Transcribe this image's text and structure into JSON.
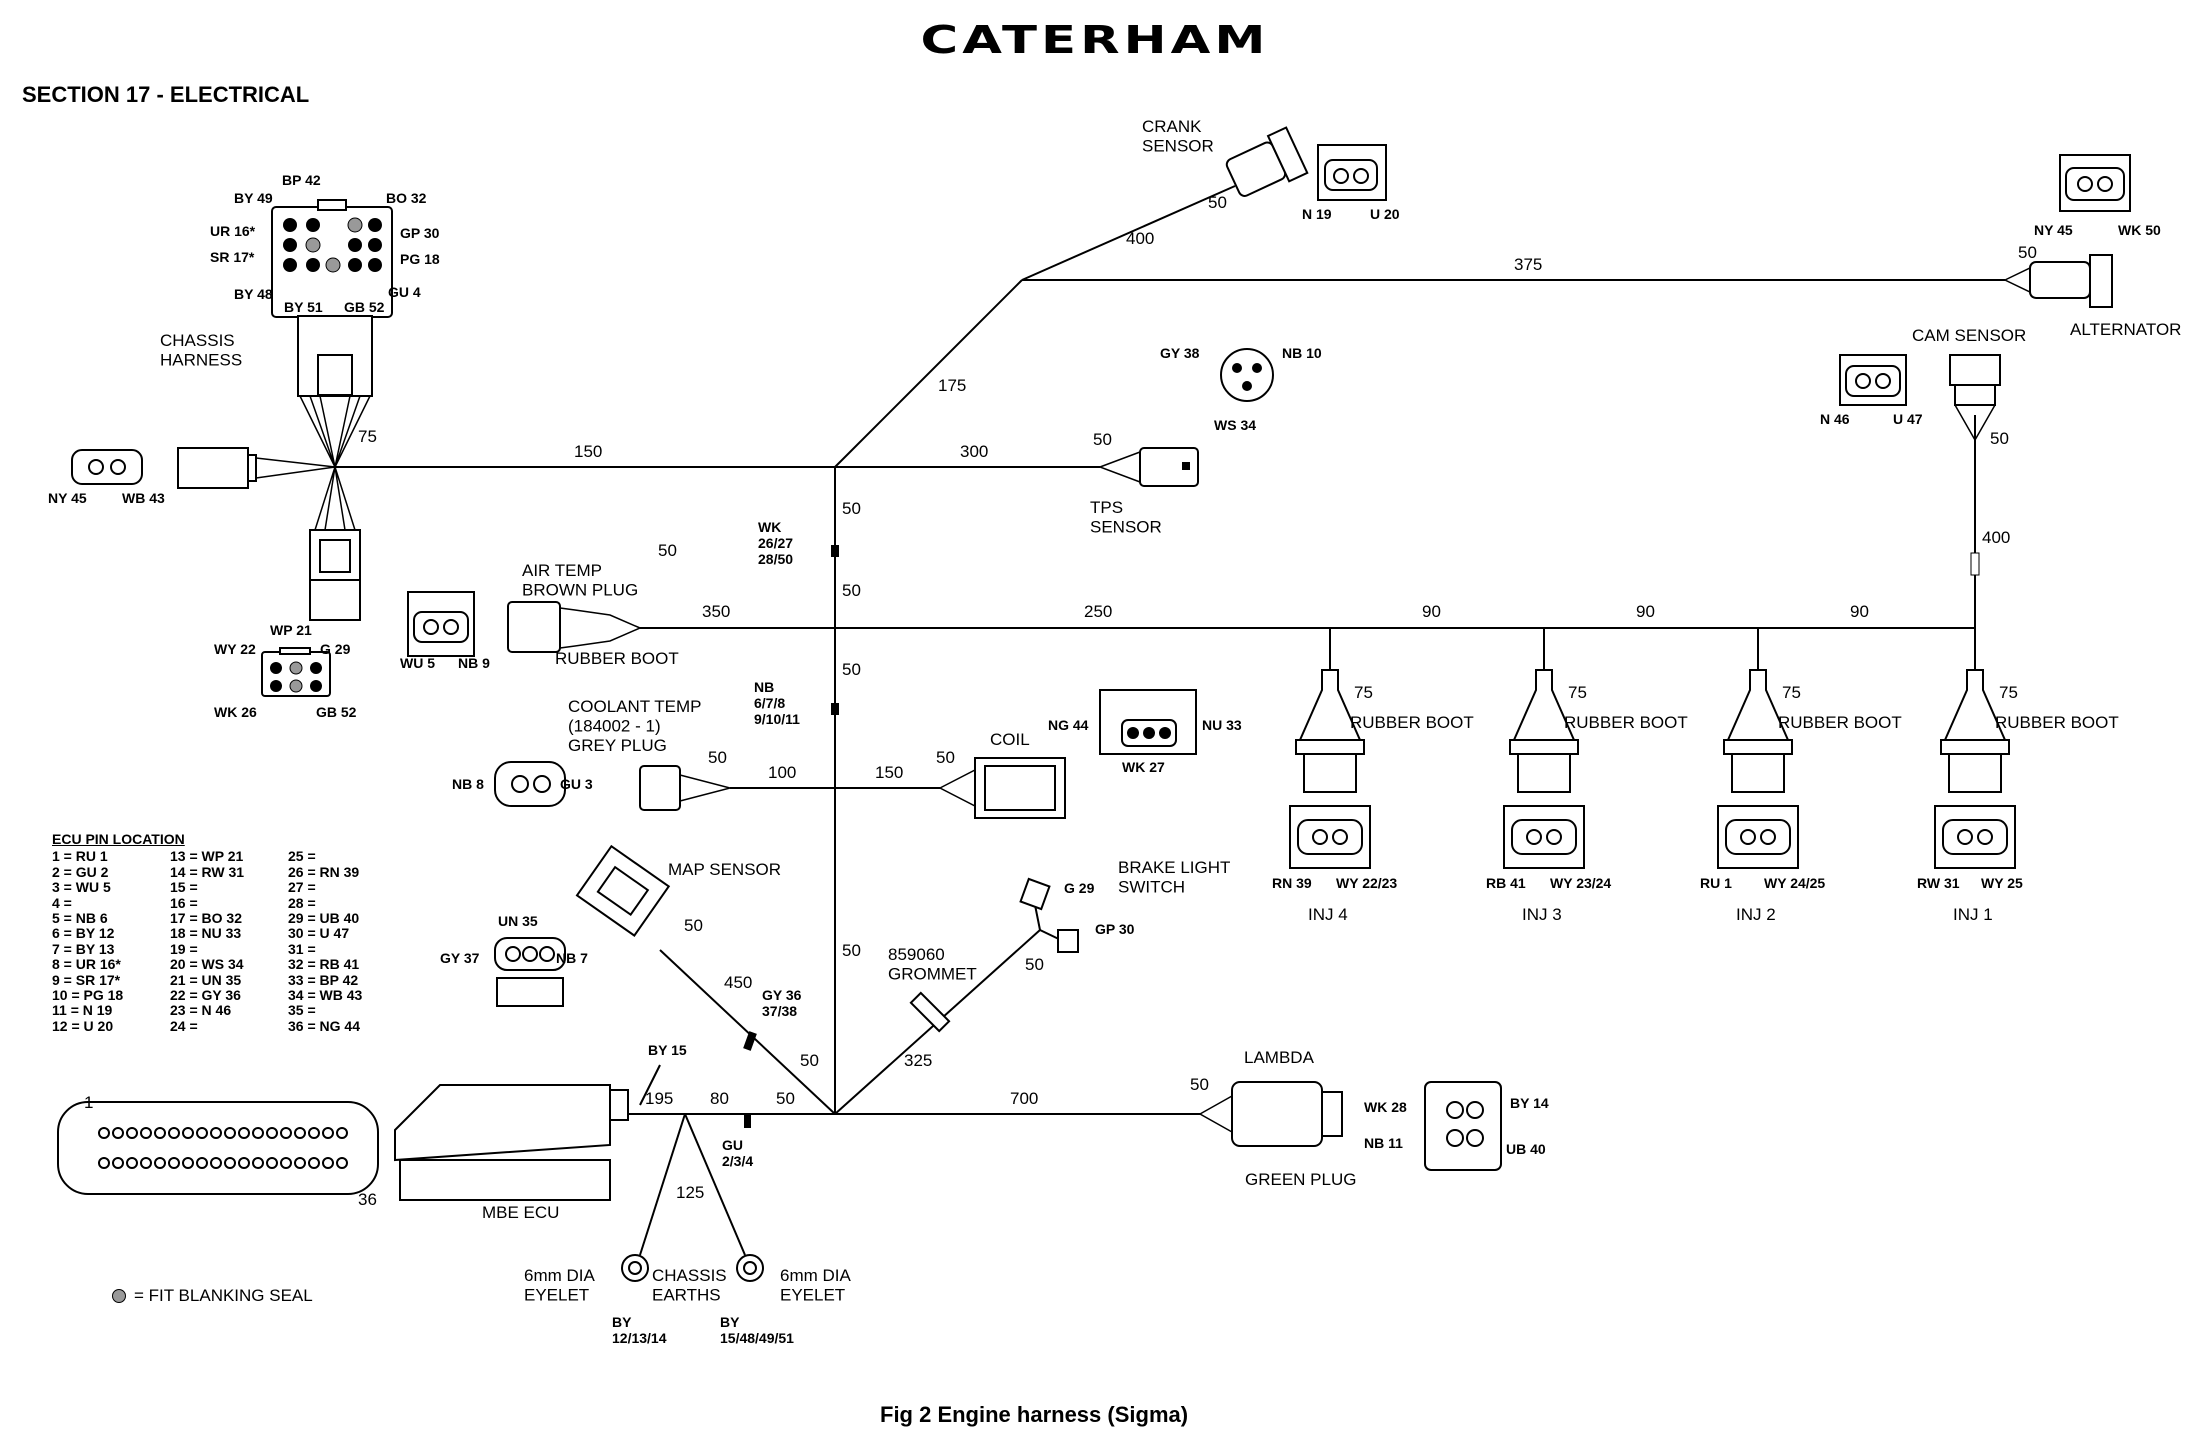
{
  "header": {
    "brand": "CATERHAM",
    "section": "SECTION 17 - ELECTRICAL"
  },
  "caption": "Fig 2  Engine harness (Sigma)",
  "legend": {
    "blanking_seal": "= FIT BLANKING SEAL"
  },
  "components": {
    "chassis_harness": "CHASSIS\nHARNESS",
    "crank_sensor": "CRANK\nSENSOR",
    "alternator": "ALTERNATOR",
    "cam_sensor": "CAM SENSOR",
    "tps_sensor": "TPS\nSENSOR",
    "air_temp": "AIR TEMP\nBROWN PLUG",
    "rubber_boot": "RUBBER BOOT",
    "coolant_temp": "COOLANT TEMP\n(184002 - 1)\nGREY PLUG",
    "coil": "COIL",
    "map_sensor": "MAP SENSOR",
    "brake_light_switch": "BRAKE LIGHT\nSWITCH",
    "grommet": "859060\nGROMMET",
    "lambda": "LAMBDA",
    "green_plug": "GREEN PLUG",
    "mbe_ecu": "MBE ECU",
    "chassis_earths": "CHASSIS\nEARTHS",
    "eyelet": "6mm DIA\nEYELET",
    "inj4": "INJ 4",
    "inj3": "INJ 3",
    "inj2": "INJ 2",
    "inj1": "INJ 1"
  },
  "pins": {
    "chassis_top": [
      "BP 42",
      "BY 49",
      "BO 32",
      "UR 16*",
      "GP 30",
      "SR 17*",
      "PG 18",
      "BY 48",
      "GU 4",
      "BY 51",
      "GB 52"
    ],
    "chassis_bottom": [
      "WP 21",
      "WY 22",
      "G 29",
      "WK 26",
      "GB 52"
    ],
    "left_plug": [
      "NY 45",
      "WB 43"
    ],
    "crank": [
      "N 19",
      "U 20"
    ],
    "alternator": [
      "NY 45",
      "WK 50"
    ],
    "tps": [
      "GY 38",
      "NB 10",
      "WS 34"
    ],
    "cam": [
      "N 46",
      "U 47"
    ],
    "air_temp": [
      "WU 5",
      "NB 9"
    ],
    "coolant": [
      "NB 8",
      "GU 3"
    ],
    "coil": [
      "NG 44",
      "NU 33",
      "WK 27"
    ],
    "map": [
      "UN 35",
      "GY 37",
      "NB 7"
    ],
    "brake": [
      "G 29",
      "GP 30"
    ],
    "lambda": [
      "WK 28",
      "NB 11",
      "BY 14",
      "UB 40"
    ],
    "inj4": [
      "RN 39",
      "WY 22/23"
    ],
    "inj3": [
      "RB 41",
      "WY 23/24"
    ],
    "inj2": [
      "RU 1",
      "WY 24/25"
    ],
    "inj1": [
      "RW 31",
      "WY 25"
    ],
    "ecu_by": "BY 15",
    "earth_left": "BY\n12/13/14",
    "earth_right": "BY\n15/48/49/51",
    "splice_wk": "WK\n26/27\n28/50",
    "splice_nb": "NB\n6/7/8\n9/10/11",
    "splice_gy": "GY 36\n37/38",
    "splice_gu": "GU\n2/3/4",
    "ecu_pin_1": "1",
    "ecu_pin_36": "36"
  },
  "lengths": {
    "l75a": "75",
    "l150": "150",
    "l300": "300",
    "l50tps": "50",
    "l175": "175",
    "l400c": "400",
    "l50c": "50",
    "l375": "375",
    "l50alt": "50",
    "l50cam": "50",
    "l400cam": "400",
    "l50wk1": "50",
    "l50wk2": "50",
    "l50wk3": "50",
    "l350": "350",
    "l250": "250",
    "l90a": "90",
    "l90b": "90",
    "l90c": "90",
    "l75i4": "75",
    "l75i3": "75",
    "l75i2": "75",
    "l75i1": "75",
    "l50nb": "50",
    "l50cool": "50",
    "l100": "100",
    "l150coil": "150",
    "l50coil": "50",
    "l50map": "50",
    "l450": "450",
    "l50gy": "50",
    "l50mid": "50",
    "l50brk": "50",
    "l325": "325",
    "l195": "195",
    "l80": "80",
    "l50ecu": "50",
    "l700": "700",
    "l50lam": "50",
    "l125": "125"
  },
  "ecu_table": {
    "title": "ECU PIN LOCATION",
    "rows": [
      [
        "1 = RU 1",
        "13 = WP 21",
        "25 ="
      ],
      [
        "2 = GU 2",
        "14 = RW 31",
        "26 = RN 39"
      ],
      [
        "3 = WU 5",
        "15 =",
        "27 ="
      ],
      [
        "4 =",
        "16 =",
        "28 ="
      ],
      [
        "5 = NB 6",
        "17 = BO 32",
        "29 = UB 40"
      ],
      [
        "6 = BY 12",
        "18 = NU 33",
        "30 = U 47"
      ],
      [
        "7 = BY 13",
        "19 =",
        "31 ="
      ],
      [
        "8 = UR 16*",
        "20 = WS 34",
        "32 = RB 41"
      ],
      [
        "9 = SR 17*",
        "21 = UN 35",
        "33 = BP 42"
      ],
      [
        "10 = PG 18",
        "22 = GY 36",
        "34 = WB 43"
      ],
      [
        "11 = N 19",
        "23 = N 46",
        "35 ="
      ],
      [
        "12 = U 20",
        "24 =",
        "36 = NG 44"
      ]
    ]
  }
}
